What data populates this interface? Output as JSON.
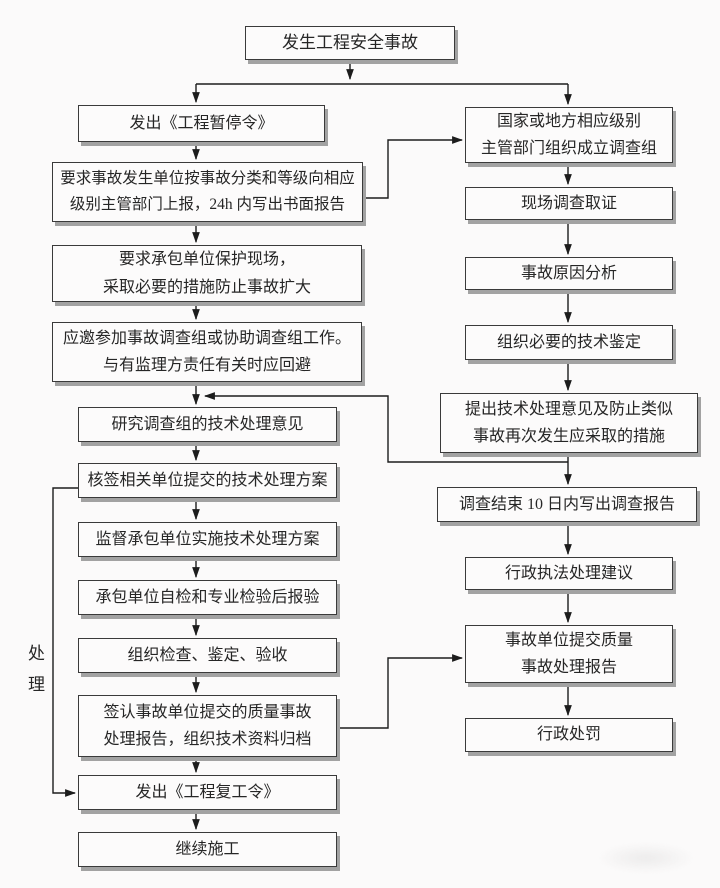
{
  "nodes": {
    "start": "发生工程安全事故",
    "l1": "发出《工程暂停令》",
    "l2": "要求事故发生单位按事故分类和等级向相应\n级别主管部门上报，24h 内写出书面报告",
    "l3": "要求承包单位保护现场，\n采取必要的措施防止事故扩大",
    "l4": "应邀参加事故调查组或协助调查组工作。\n与有监理方责任有关时应回避",
    "l5": "研究调查组的技术处理意见",
    "l6": "核签相关单位提交的技术处理方案",
    "l7": "监督承包单位实施技术处理方案",
    "l8": "承包单位自检和专业检验后报验",
    "l9": "组织检查、鉴定、验收",
    "l10": "签认事故单位提交的质量事故\n处理报告，组织技术资料归档",
    "l11": "发出《工程复工令》",
    "l12": "继续施工",
    "r1": "国家或地方相应级别\n主管部门组织成立调查组",
    "r2": "现场调查取证",
    "r3": "事故原因分析",
    "r4": "组织必要的技术鉴定",
    "r5": "提出技术处理意见及防止类似\n事故再次发生应采取的措施",
    "r6": "调查结束 10 日内写出调查报告",
    "r7": "行政执法处理建议",
    "r8": "事故单位提交质量\n事故处理报告",
    "r9": "行政处罚"
  },
  "labels": {
    "side": "处理"
  },
  "colors": {
    "background": "#fbfafa",
    "line": "#1c1c1c",
    "box_border": "#3a3a3a",
    "box_shadow": "#a2a2a2",
    "text": "#262626"
  }
}
